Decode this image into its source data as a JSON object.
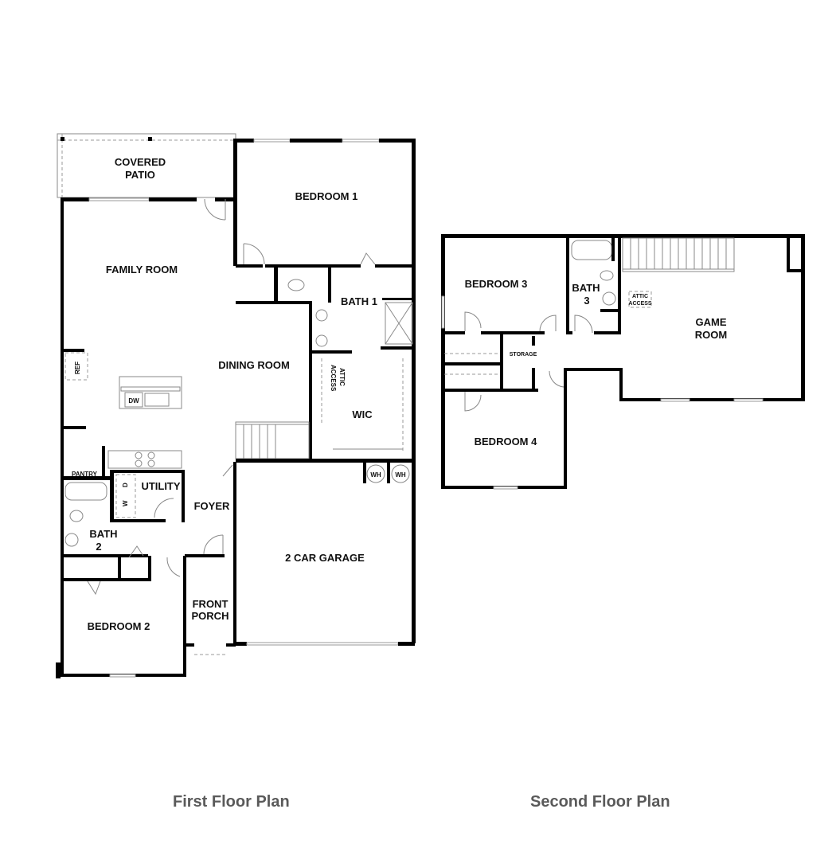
{
  "first_floor": {
    "caption": "First Floor Plan",
    "rooms": {
      "covered_patio_1": "COVERED",
      "covered_patio_2": "PATIO",
      "bedroom_1": "BEDROOM 1",
      "family_room": "FAMILY ROOM",
      "bath_1": "BATH 1",
      "dining_room": "DINING ROOM",
      "ref": "REF",
      "dw": "DW",
      "attic_access_1": "ATTIC",
      "attic_access_2": "ACCESS",
      "wic": "WIC",
      "pantry": "PANTRY",
      "utility": "UTILITY",
      "washer": "W",
      "dryer": "D",
      "foyer": "FOYER",
      "wh_1": "WH",
      "wh_2": "WH",
      "bath_2_line1": "BATH",
      "bath_2_line2": "2",
      "garage": "2 CAR GARAGE",
      "front_porch_1": "FRONT",
      "front_porch_2": "PORCH",
      "bedroom_2": "BEDROOM 2"
    }
  },
  "second_floor": {
    "caption": "Second Floor Plan",
    "rooms": {
      "bedroom_3": "BEDROOM 3",
      "bath_3_line1": "BATH",
      "bath_3_line2": "3",
      "attic_access_1": "ATTIC",
      "attic_access_2": "ACCESS",
      "game_room_1": "GAME",
      "game_room_2": "ROOM",
      "storage": "STORAGE",
      "bedroom_4": "BEDROOM 4"
    }
  }
}
